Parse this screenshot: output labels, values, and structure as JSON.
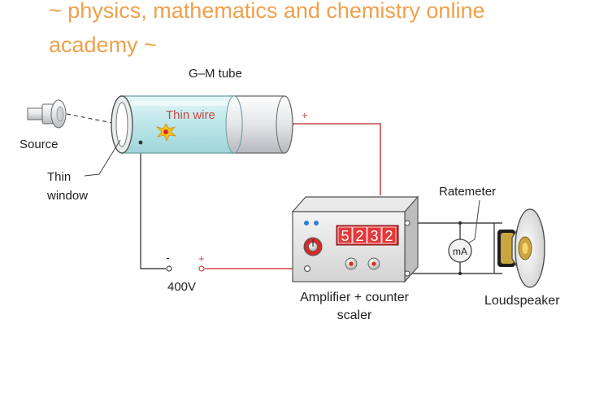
{
  "banner": {
    "line1": "~ physics, mathematics and chemistry online",
    "line2": "academy ~"
  },
  "diagram": {
    "tube_label": "G–M tube",
    "wire_label": "Thin wire",
    "source_label": "Source",
    "window_label_1": "Thin",
    "window_label_2": "window",
    "voltage_label": "400V",
    "minus_sign": "-",
    "plus_sign": "+",
    "tube_plus_sign": "+",
    "counter_digits": [
      "5",
      "2",
      "3",
      "2"
    ],
    "ratemeter_label": "Ratemeter",
    "meter_unit": "mA",
    "counter_label_1": "Amplifier + counter",
    "counter_label_2": "scaler",
    "speaker_label": "Loudspeaker"
  },
  "colors": {
    "banner": "#f0a04a",
    "wire_red": "#c84848",
    "tube_glass": "#bfe8ea",
    "digit_bg": "#d62828"
  }
}
